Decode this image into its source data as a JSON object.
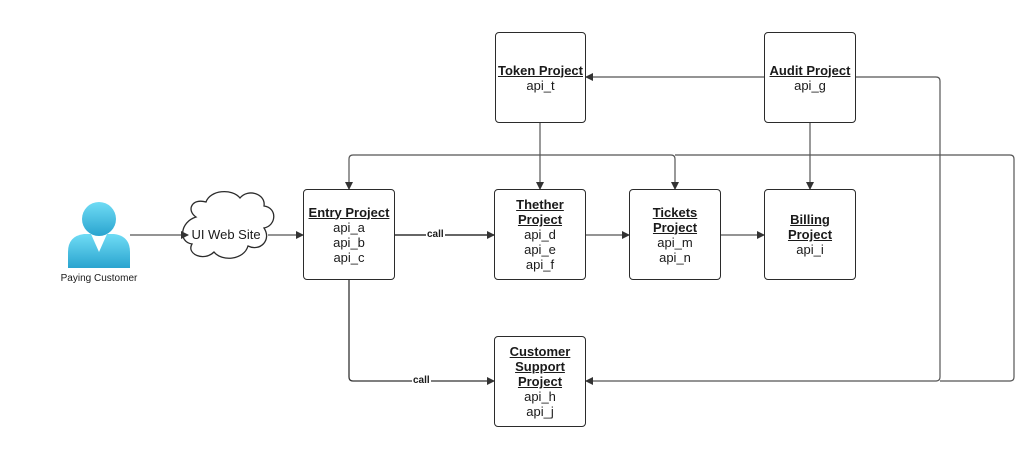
{
  "nodes": {
    "token": {
      "title": "Token Project",
      "apis": [
        "api_t"
      ]
    },
    "audit": {
      "title": "Audit Project",
      "apis": [
        "api_g"
      ]
    },
    "entry": {
      "title": "Entry Project",
      "apis": [
        "api_a",
        "api_b",
        "api_c"
      ]
    },
    "thether": {
      "title": "Thether Project",
      "apis": [
        "api_d",
        "api_e",
        "api_f"
      ]
    },
    "tickets": {
      "title": "Tickets Project",
      "apis": [
        "api_m",
        "api_n"
      ]
    },
    "billing": {
      "title": "Billing Project",
      "apis": [
        "api_i"
      ]
    },
    "support": {
      "title": "Customer Support Project",
      "apis": [
        "api_h",
        "api_j"
      ]
    }
  },
  "customer": {
    "label": "Paying Customer",
    "icon": "person-icon",
    "color": "#4fc6e8"
  },
  "website": {
    "label": "UI Web Site",
    "icon": "cloud-icon"
  },
  "edge_labels": {
    "entry_to_thether": "call",
    "entry_to_support": "call"
  },
  "colors": {
    "line": "#555555",
    "border": "#2b2b2b",
    "person_light": "#5fd3f0",
    "person_dark": "#2a9fc9"
  }
}
